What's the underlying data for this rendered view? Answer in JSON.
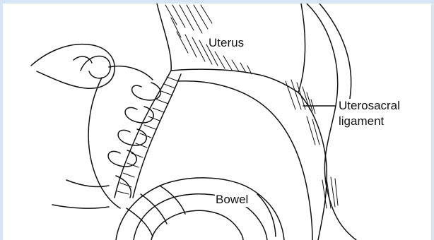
{
  "labels": {
    "uterus": "Uterus",
    "uterosacral_line1": "Uterosacral",
    "uterosacral_line2": "ligament",
    "bowel": "Bowel"
  },
  "colors": {
    "border": "#d6e5f3",
    "line": "#111111",
    "background": "#ffffff"
  }
}
